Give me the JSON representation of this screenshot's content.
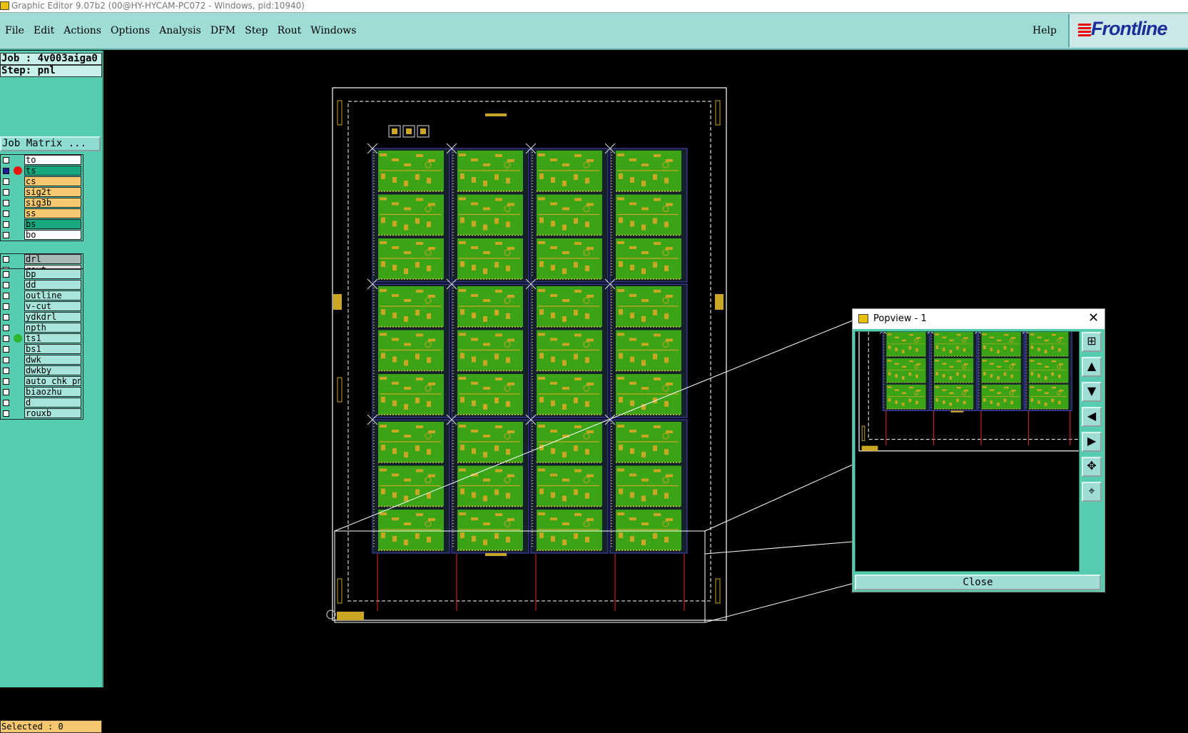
{
  "window": {
    "title": "Graphic Editor 9.07b2 (00@HY-HYCAM-PC072 - Windows, pid:10940)"
  },
  "menu": {
    "items": [
      "File",
      "Edit",
      "Actions",
      "Options",
      "Analysis",
      "DFM",
      "Step",
      "Rout",
      "Windows"
    ],
    "help": "Help"
  },
  "brand": {
    "name": "Frontline",
    "color": "#1b2f98",
    "stripe_color": "#e00000"
  },
  "job": {
    "job_line": "Job : 4v003aiga0",
    "step_line": "Step: pnl",
    "matrix_button": "Job Matrix ..."
  },
  "layers": {
    "board": [
      {
        "name": "to",
        "color": "#ffffff",
        "checked": false,
        "marker": ""
      },
      {
        "name": "ts",
        "color": "#18a880",
        "checked": true,
        "marker": "red"
      },
      {
        "name": "cs",
        "color": "#f5c870",
        "checked": false,
        "marker": ""
      },
      {
        "name": "sig2t",
        "color": "#f5c870",
        "checked": false,
        "marker": ""
      },
      {
        "name": "sig3b",
        "color": "#f5c870",
        "checked": false,
        "marker": ""
      },
      {
        "name": "ss",
        "color": "#f5c870",
        "checked": false,
        "marker": ""
      },
      {
        "name": "bs",
        "color": "#18a880",
        "checked": false,
        "marker": ""
      },
      {
        "name": "bo",
        "color": "#ffffff",
        "checked": false,
        "marker": ""
      }
    ],
    "drill": [
      {
        "name": "drl",
        "color": "#a8b8b8",
        "checked": false,
        "marker": ""
      },
      {
        "name": "rout",
        "color": "#e0e0e0",
        "checked": false,
        "marker": ""
      }
    ],
    "misc": [
      {
        "name": "bp",
        "color": "#a8e4dc",
        "checked": false,
        "marker": ""
      },
      {
        "name": "dd",
        "color": "#a8e4dc",
        "checked": false,
        "marker": ""
      },
      {
        "name": "outline",
        "color": "#a8e4dc",
        "checked": false,
        "marker": ""
      },
      {
        "name": "v-cut",
        "color": "#a8e4dc",
        "checked": false,
        "marker": ""
      },
      {
        "name": "ydkdrl",
        "color": "#a8e4dc",
        "checked": false,
        "marker": ""
      },
      {
        "name": "npth",
        "color": "#a8e4dc",
        "checked": false,
        "marker": ""
      },
      {
        "name": "ts1",
        "color": "#a8e4dc",
        "checked": false,
        "marker": "green"
      },
      {
        "name": "bs1",
        "color": "#a8e4dc",
        "checked": false,
        "marker": ""
      },
      {
        "name": "dwk",
        "color": "#a8e4dc",
        "checked": false,
        "marker": ""
      },
      {
        "name": "dwkby",
        "color": "#a8e4dc",
        "checked": false,
        "marker": ""
      },
      {
        "name": "auto_chk_pnl",
        "color": "#a8e4dc",
        "checked": false,
        "marker": ""
      },
      {
        "name": "biaozhu",
        "color": "#a8e4dc",
        "checked": false,
        "marker": ""
      },
      {
        "name": "d",
        "color": "#a8e4dc",
        "checked": false,
        "marker": ""
      },
      {
        "name": "rouxb",
        "color": "#a8e4dc",
        "checked": false,
        "marker": ""
      }
    ]
  },
  "status": {
    "selected": "Selected : 0"
  },
  "popview": {
    "title": "Popview - 1",
    "close_label": "Close",
    "close_x": "✕",
    "tools": [
      "zoom-fit-icon",
      "pan-up-icon",
      "pan-down-icon",
      "pan-left-icon",
      "pan-right-icon",
      "zoom-out-icon",
      "zoom-home-icon"
    ]
  },
  "colors": {
    "board": "#3aa316",
    "copper": "#c9a623",
    "outline": "#ffffff",
    "rout": "#cc1f1f",
    "grid": "#4448c8"
  }
}
